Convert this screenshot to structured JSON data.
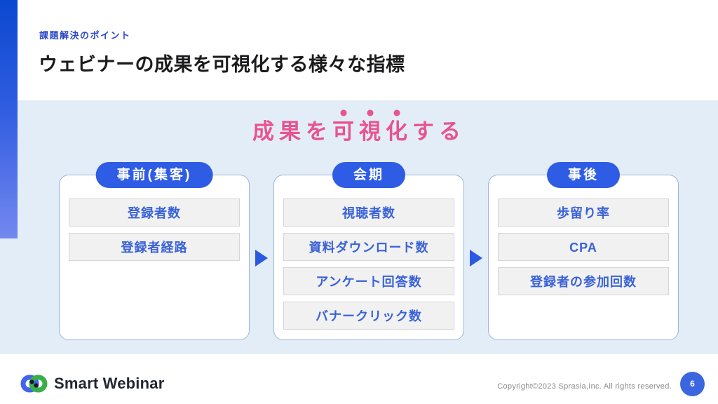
{
  "slide": {
    "eyebrow": "課題解決のポイント",
    "title": "ウェビナーの成果を可視化する様々な指標",
    "headline": {
      "parts": [
        {
          "text": "成果を",
          "emphasis": false
        },
        {
          "text": "可視化",
          "emphasis": true
        },
        {
          "text": "する",
          "emphasis": false
        }
      ]
    }
  },
  "columns": [
    {
      "header": "事前(集客)",
      "items": [
        "登録者数",
        "登録者経路"
      ]
    },
    {
      "header": "会期",
      "items": [
        "視聴者数",
        "資料ダウンロード数",
        "アンケート回答数",
        "バナークリック数"
      ]
    },
    {
      "header": "事後",
      "items": [
        "歩留り率",
        "CPA",
        "登録者の参加回数"
      ]
    }
  ],
  "footer": {
    "logo_text": "Smart Webinar",
    "copyright": "Copyright©2023 Sprasia,Inc. All rights reserved.",
    "page_number": "6"
  },
  "colors": {
    "accent_blue": "#2e5ce4",
    "metric_text_blue": "#3a62d8",
    "headline_pink": "#e7548f",
    "panel_background": "#e3edf8",
    "bar_gradient_top": "#0a49d0",
    "bar_gradient_bottom": "#7488ef",
    "page_badge_blue": "#3b66e0",
    "logo_blue": "#4263ea",
    "logo_green": "#3aae49"
  }
}
